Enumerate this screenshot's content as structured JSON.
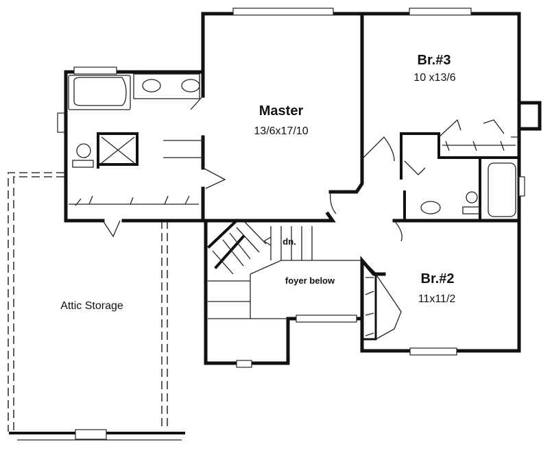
{
  "rooms": {
    "master": {
      "name": "Master",
      "size": "13/6x17/10"
    },
    "br3": {
      "name": "Br.#3",
      "size": "10 x13/6"
    },
    "br2": {
      "name": "Br.#2",
      "size": "11x11/2"
    },
    "foyer": {
      "name": "foyer below"
    },
    "stairs": {
      "label": "dn."
    },
    "attic": {
      "name": "Attic Storage"
    }
  }
}
